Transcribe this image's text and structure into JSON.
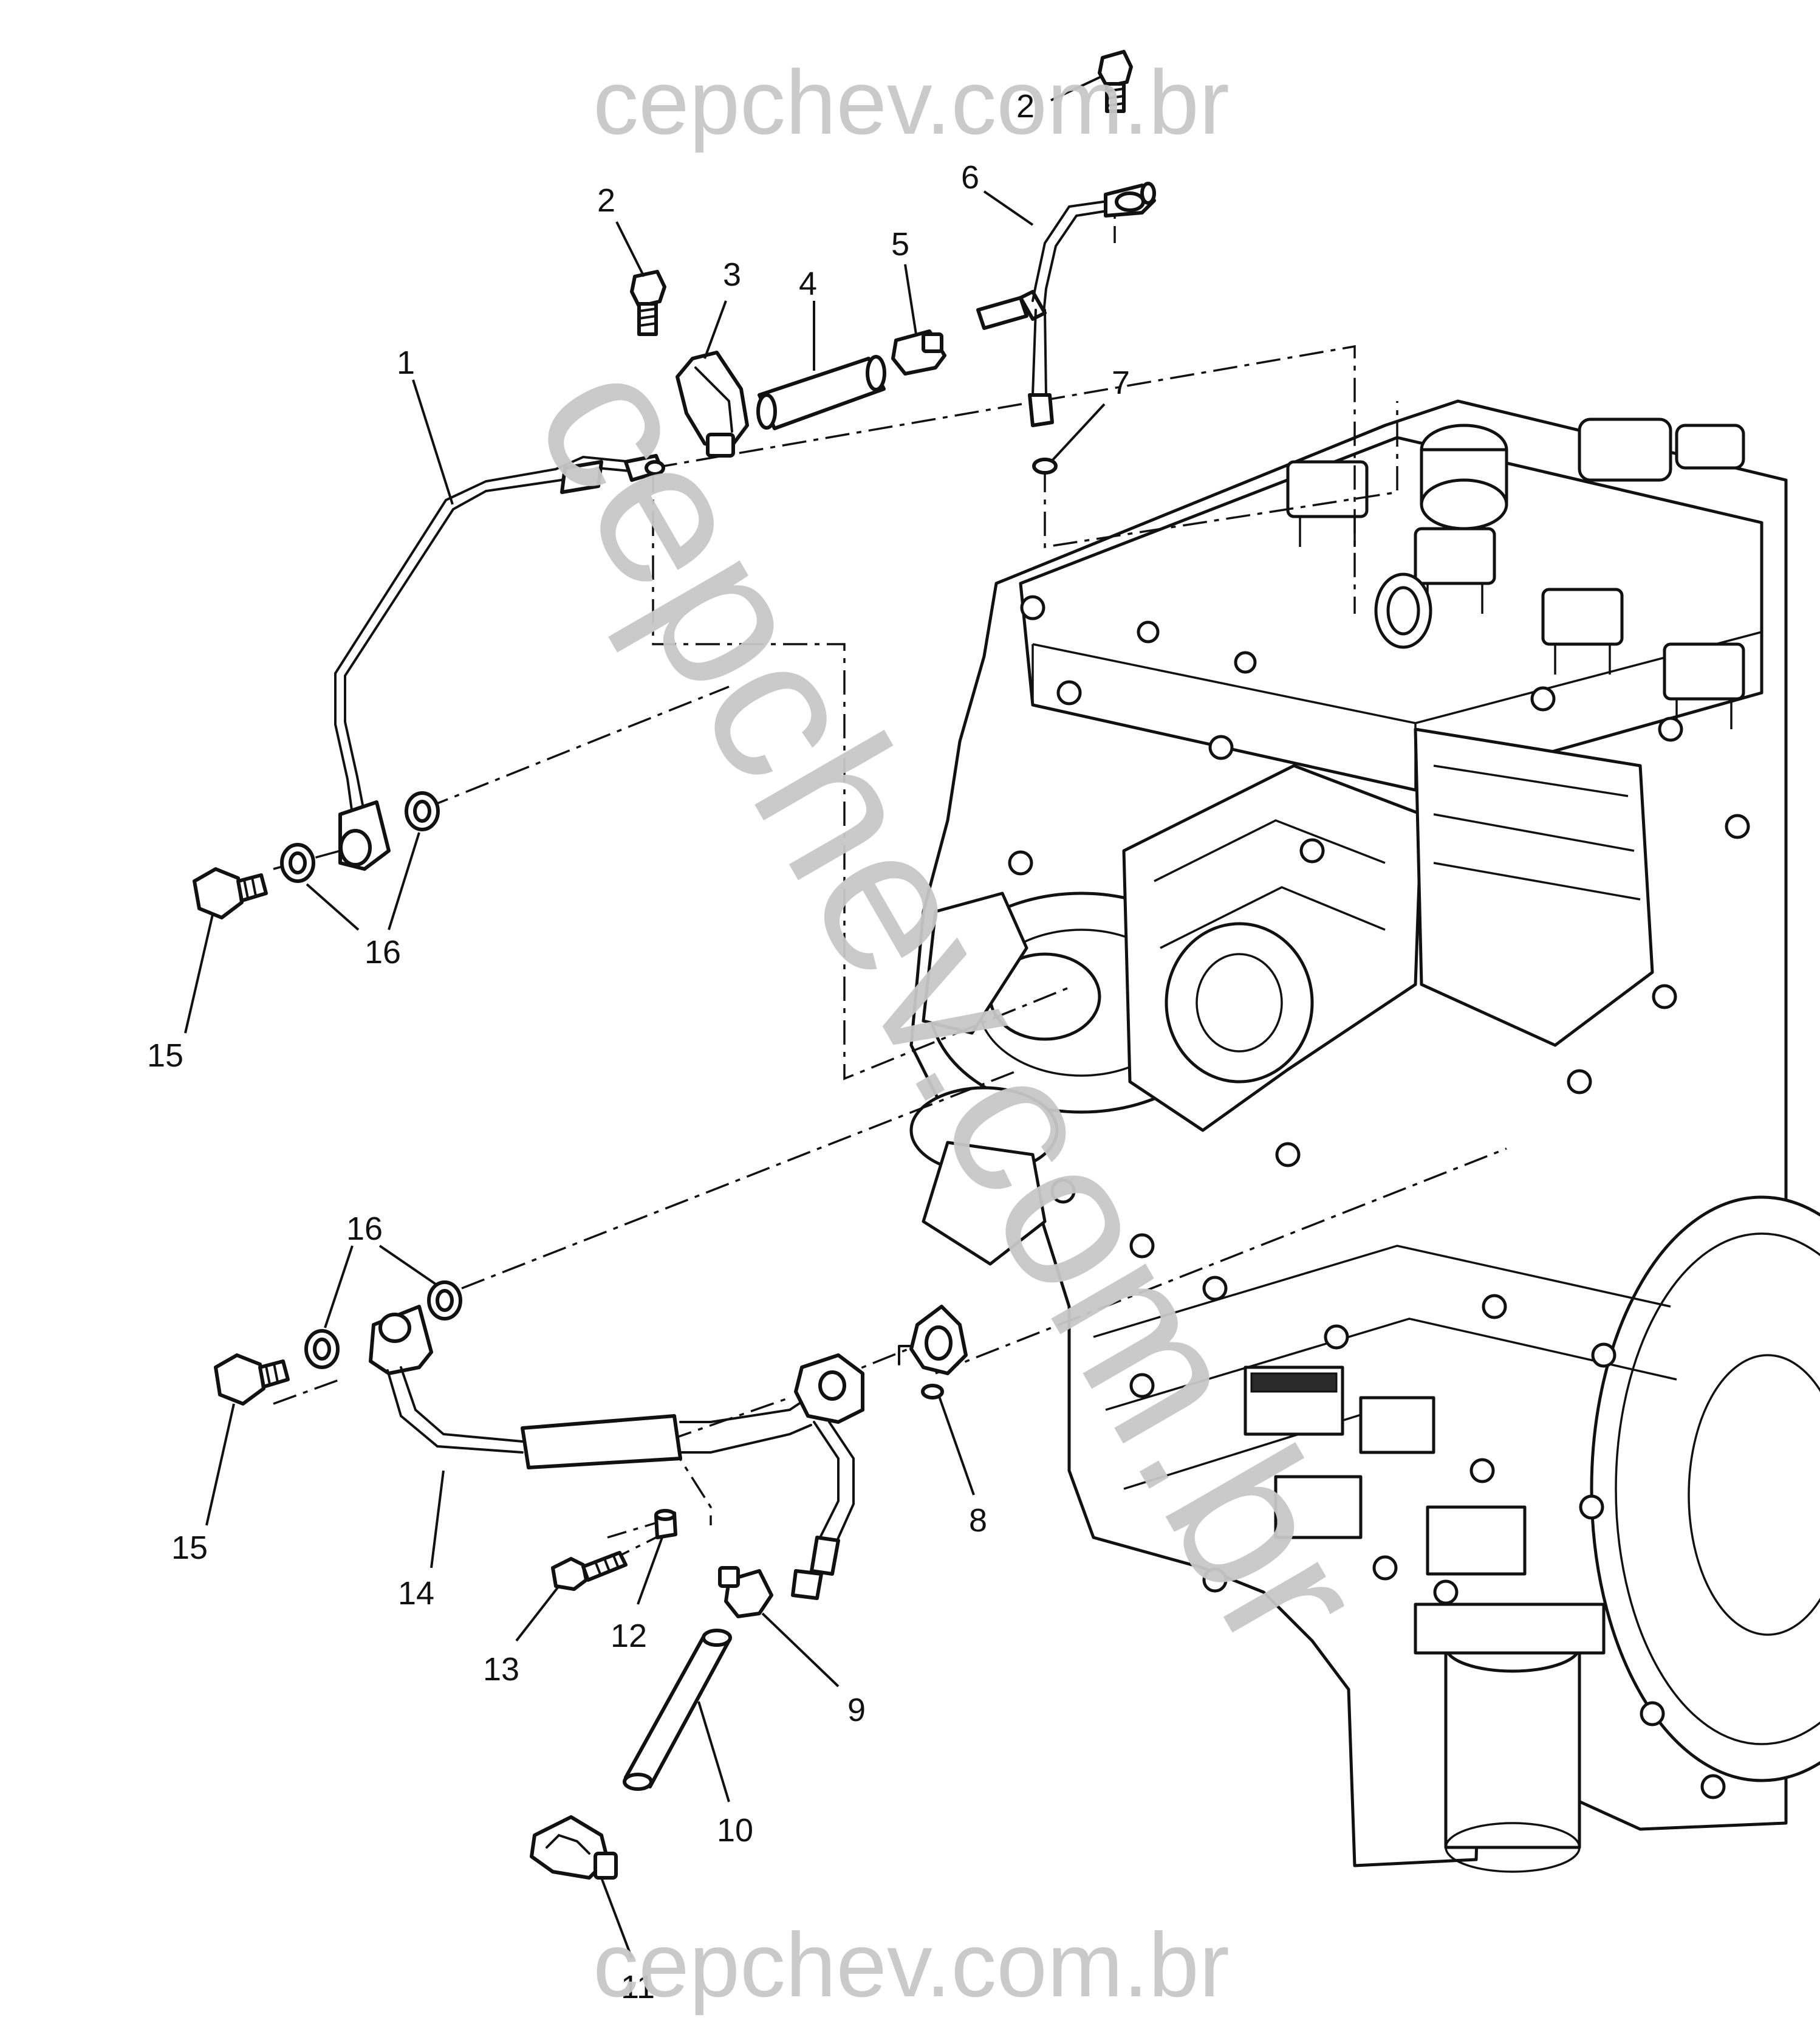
{
  "watermark": {
    "top": "cepchev.com.br",
    "bottom": "cepchev.com.br",
    "diagonal": "cepchev.com.br",
    "color": "#c8c8c8"
  },
  "callouts": [
    {
      "id": "c1",
      "label": "1"
    },
    {
      "id": "c2a",
      "label": "2"
    },
    {
      "id": "c2b",
      "label": "2"
    },
    {
      "id": "c3",
      "label": "3"
    },
    {
      "id": "c4",
      "label": "4"
    },
    {
      "id": "c5",
      "label": "5"
    },
    {
      "id": "c6",
      "label": "6"
    },
    {
      "id": "c7",
      "label": "7"
    },
    {
      "id": "c8",
      "label": "8"
    },
    {
      "id": "c9",
      "label": "9"
    },
    {
      "id": "c10",
      "label": "10"
    },
    {
      "id": "c11",
      "label": "11"
    },
    {
      "id": "c12",
      "label": "12"
    },
    {
      "id": "c13",
      "label": "13"
    },
    {
      "id": "c14",
      "label": "14"
    },
    {
      "id": "c15a",
      "label": "15"
    },
    {
      "id": "c15b",
      "label": "15"
    },
    {
      "id": "c16a",
      "label": "16"
    },
    {
      "id": "c16b",
      "label": "16"
    }
  ]
}
